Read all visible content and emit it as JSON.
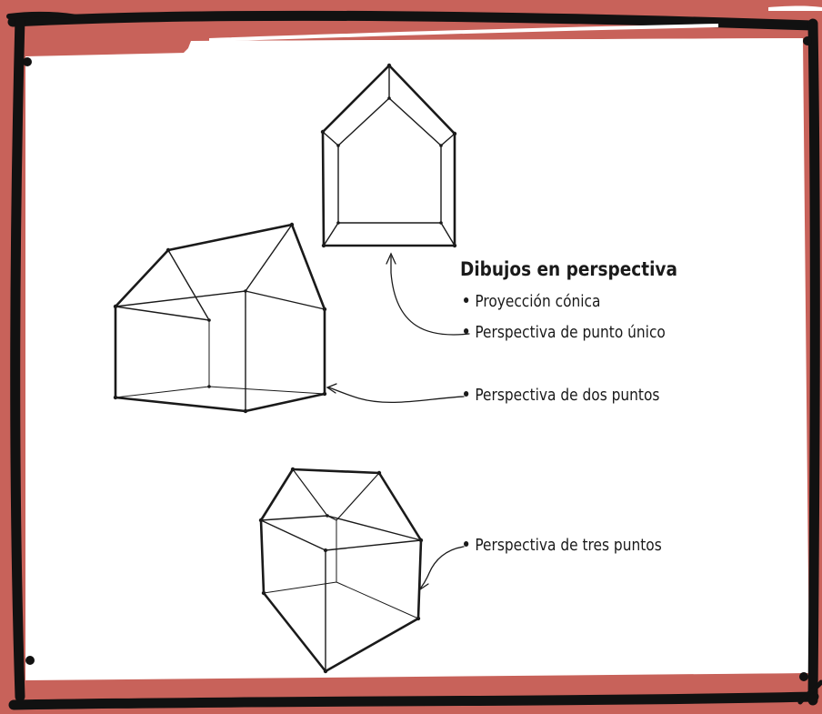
{
  "title": "Dibujos en perspectiva",
  "bullets": [
    "Proyección cónica",
    "Perspectiva de punto único",
    "Perspectiva de dos puntos",
    "Perspectiva de tres puntos"
  ],
  "colors": {
    "frame_accent": "#c8625a",
    "frame_border": "#111111",
    "ink": "#1a1a1a",
    "background": "#ffffff"
  }
}
